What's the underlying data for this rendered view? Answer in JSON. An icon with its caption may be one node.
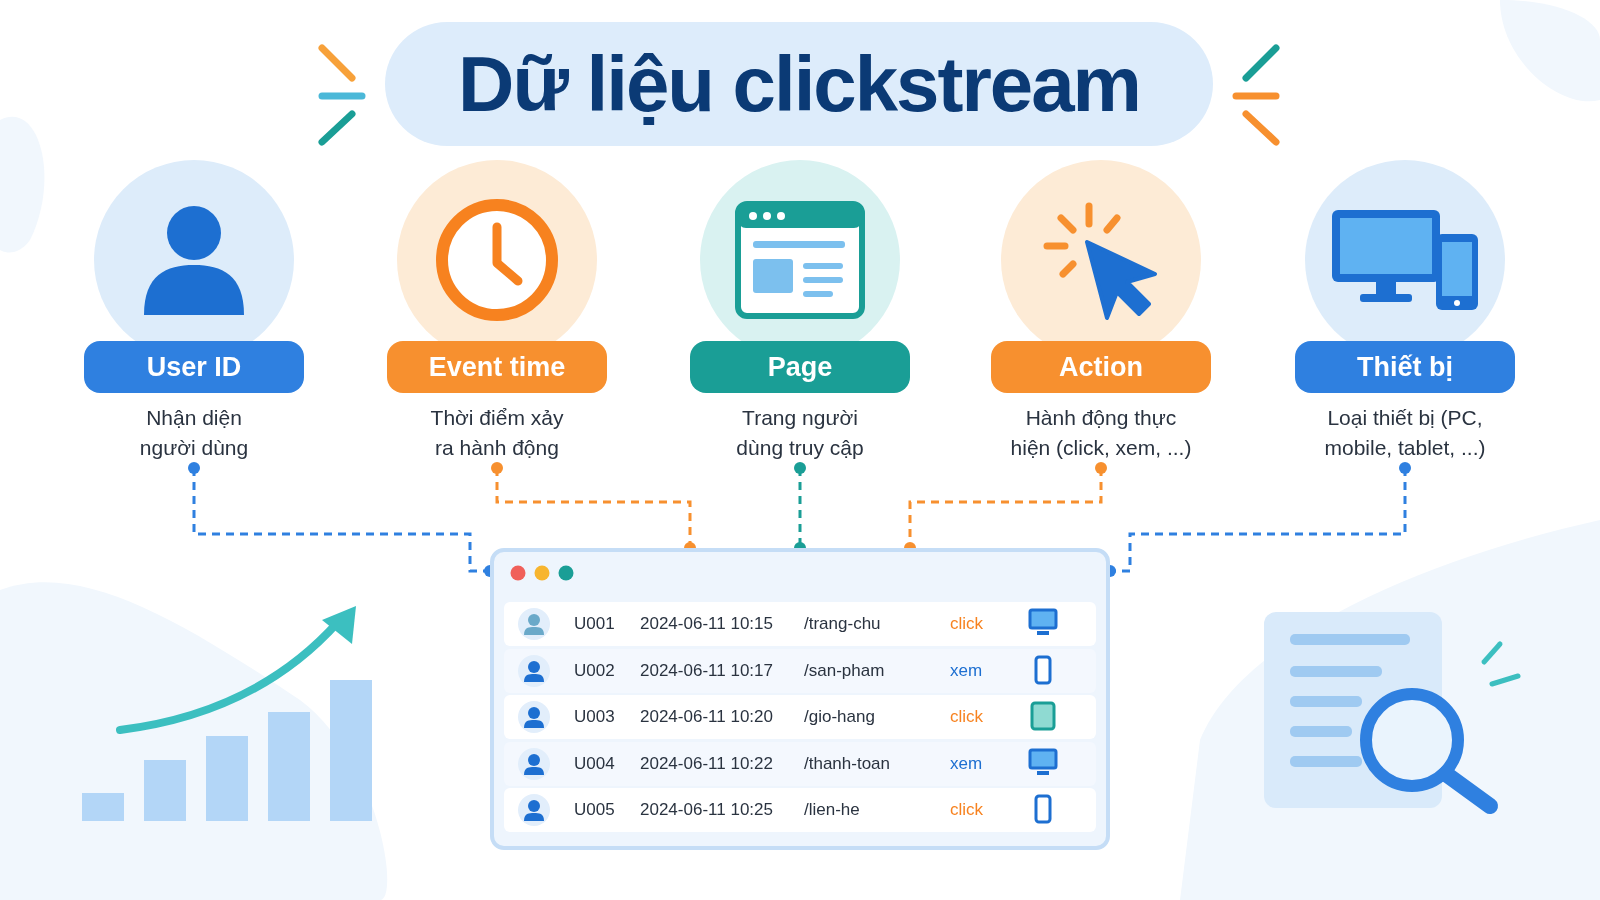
{
  "diagram": {
    "title": "Dữ liệu clickstream",
    "nodes": [
      {
        "text": [
          "User ID"
        ],
        "beside": [
          "Nhận diện người dùng"
        ]
      },
      {
        "text": [
          "Event time"
        ],
        "beside": [
          "Thời điểm xảy ra hành động"
        ]
      },
      {
        "text": [
          "Page"
        ],
        "beside": [
          "Trang người dùng truy cập"
        ]
      },
      {
        "text": [
          "Action"
        ],
        "beside": [
          "Hành động thực hiện (click, xem, ...)"
        ]
      },
      {
        "text": [
          "Thiết bị"
        ],
        "beside": [
          "Loại thiết bị (PC, mobile, tablet, ...)"
        ]
      },
      {
        "text": [],
        "shape": "box"
      }
    ],
    "edges": [
      {
        "from": 0,
        "to": 5,
        "arrow": "other",
        "style": "dashed",
        "color": "#2f80e0"
      },
      {
        "from": 1,
        "to": 5,
        "arrow": "other",
        "style": "dashed",
        "color": "#f7902f"
      },
      {
        "from": 2,
        "to": 5,
        "arrow": "other",
        "style": "dashed",
        "color": "#1a9e96"
      },
      {
        "from": 3,
        "to": 5,
        "arrow": "other",
        "style": "dashed",
        "color": "#f7902f"
      },
      {
        "from": 4,
        "to": 5,
        "arrow": "other",
        "style": "dashed",
        "color": "#2f80e0"
      }
    ],
    "labels": [
      "U001",
      "2024-06-11 10:15",
      "/trang-chu",
      "click",
      "U002",
      "2024-06-11 10:17",
      "/san-pham",
      "xem",
      "U003",
      "2024-06-11 10:20",
      "/gio-hang",
      "click",
      "U004",
      "2024-06-11 10:22",
      "/thanh-toan",
      "xem",
      "U005",
      "2024-06-11 10:25",
      "/lien-he",
      "click"
    ]
  }
}
